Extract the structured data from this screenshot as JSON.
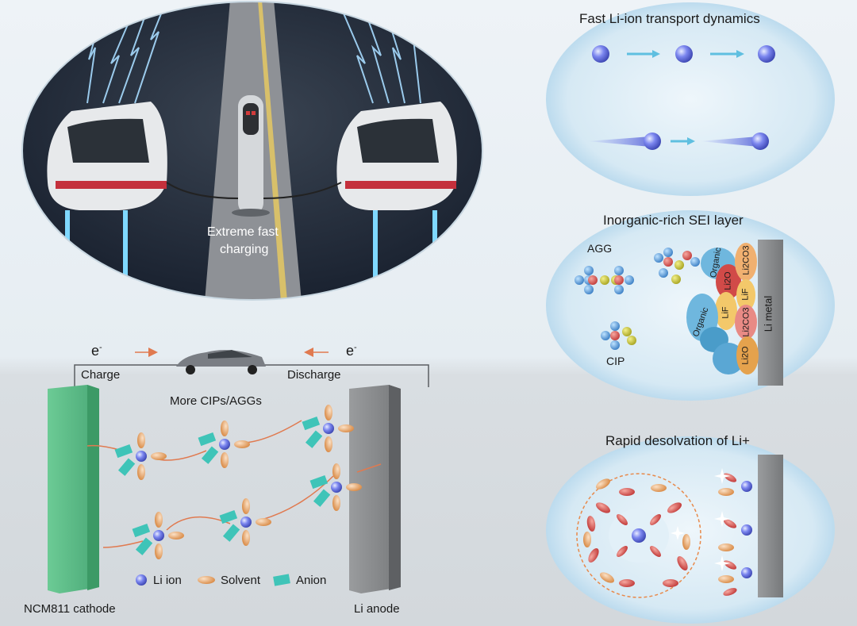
{
  "top_scene": {
    "label_line1": "Extreme fast",
    "label_line2": "charging"
  },
  "circuit": {
    "electron_left": "e",
    "electron_right": "e",
    "electron_sup": "-",
    "charge": "Charge",
    "discharge": "Discharge",
    "middle_label": "More CIPs/AGGs"
  },
  "legend": {
    "li_ion": "Li ion",
    "solvent": "Solvent",
    "anion": "Anion"
  },
  "electrodes": {
    "cathode": "NCM811 cathode",
    "anode": "Li anode"
  },
  "panel_transport": {
    "title": "Fast Li-ion transport dynamics"
  },
  "panel_sei": {
    "title": "Inorganic-rich SEI layer",
    "agg": "AGG",
    "cip": "CIP",
    "li_metal": "Li metal",
    "organic": "Organic",
    "li2o": "Li2O",
    "lif": "LiF",
    "li2co3": "Li2CO3"
  },
  "panel_desolvation": {
    "title": "Rapid desolvation of Li+"
  },
  "colors": {
    "cathode": "#5fbf8a",
    "anode": "#8a8c8e",
    "li_ion": "#5c68d8",
    "solvent": "#e8a36a",
    "anion": "#3fc4b8",
    "oval_bg": "#dcecf5",
    "red_molecule": "#d9514e"
  }
}
